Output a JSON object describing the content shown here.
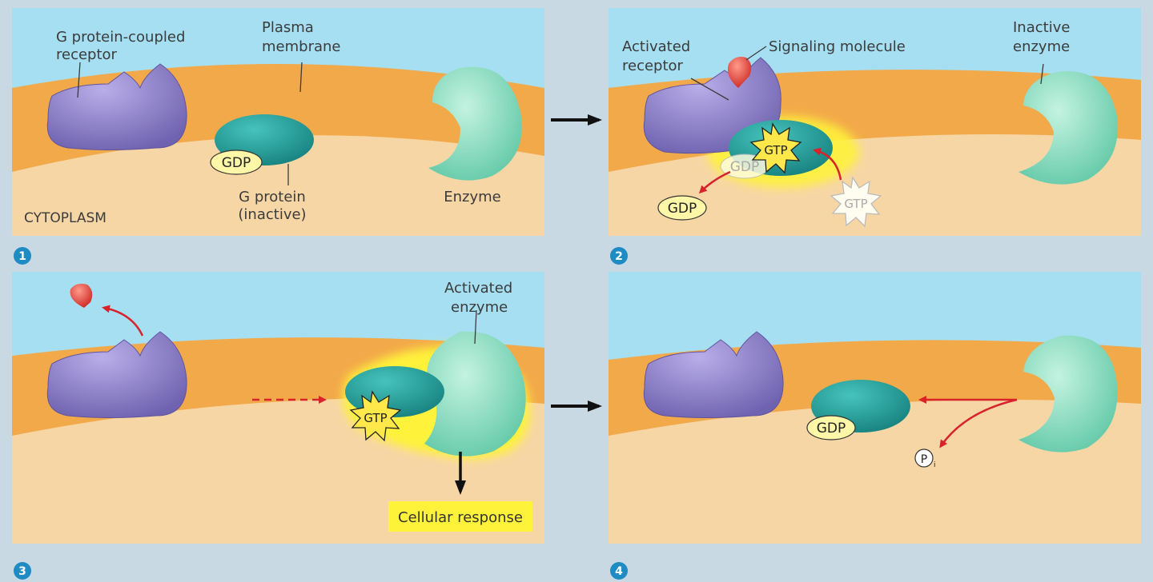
{
  "panels": [
    {
      "step": "1",
      "labels": {
        "receptor": [
          "G protein-coupled",
          "receptor"
        ],
        "membrane": [
          "Plasma",
          "membrane"
        ],
        "gprotein": [
          "G protein",
          "(inactive)"
        ],
        "enzyme": "Enzyme",
        "cytoplasm": "CYTOPLASM"
      },
      "badge": "GDP"
    },
    {
      "step": "2",
      "labels": {
        "receptor": [
          "Activated",
          "receptor"
        ],
        "signal": "Signaling molecule",
        "enzyme": [
          "Inactive",
          "enzyme"
        ]
      },
      "gtp_bound": "GTP",
      "gdp_leaving": "GDP",
      "gdp_fading": "GDP",
      "gtp_incoming": "GTP"
    },
    {
      "step": "3",
      "labels": {
        "enzyme": [
          "Activated",
          "enzyme"
        ],
        "response": "Cellular response"
      },
      "gtp_bound": "GTP"
    },
    {
      "step": "4",
      "badge": "GDP",
      "phosphate": "P",
      "phosphate_sub": "i"
    }
  ],
  "colors": {
    "extracellular": "#a6dff2",
    "membrane": "#f2a94a",
    "cytoplasm": "#f7d6a6",
    "receptor": "#8b7fc7",
    "gprotein": "#2aa09c",
    "enzyme": "#8fe0c4",
    "signal": "#e24b43",
    "gtp_star": "#ffe94a",
    "glow": "#fff23a",
    "red_arrow": "#d8232a",
    "step_badge": "#1e8bc3"
  }
}
